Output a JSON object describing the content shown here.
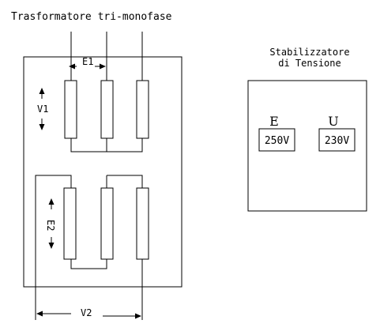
{
  "transformer": {
    "title": "Trasformatore tri-monofase",
    "labels": {
      "e1": "E1",
      "v1": "V1",
      "e2": "E2",
      "v2": "V2"
    }
  },
  "stabilizer": {
    "title_line1": "Stabilizzatore",
    "title_line2": "di Tensione",
    "input": {
      "letter": "E",
      "value": "250V"
    },
    "output": {
      "letter": "U",
      "value": "230V"
    }
  }
}
